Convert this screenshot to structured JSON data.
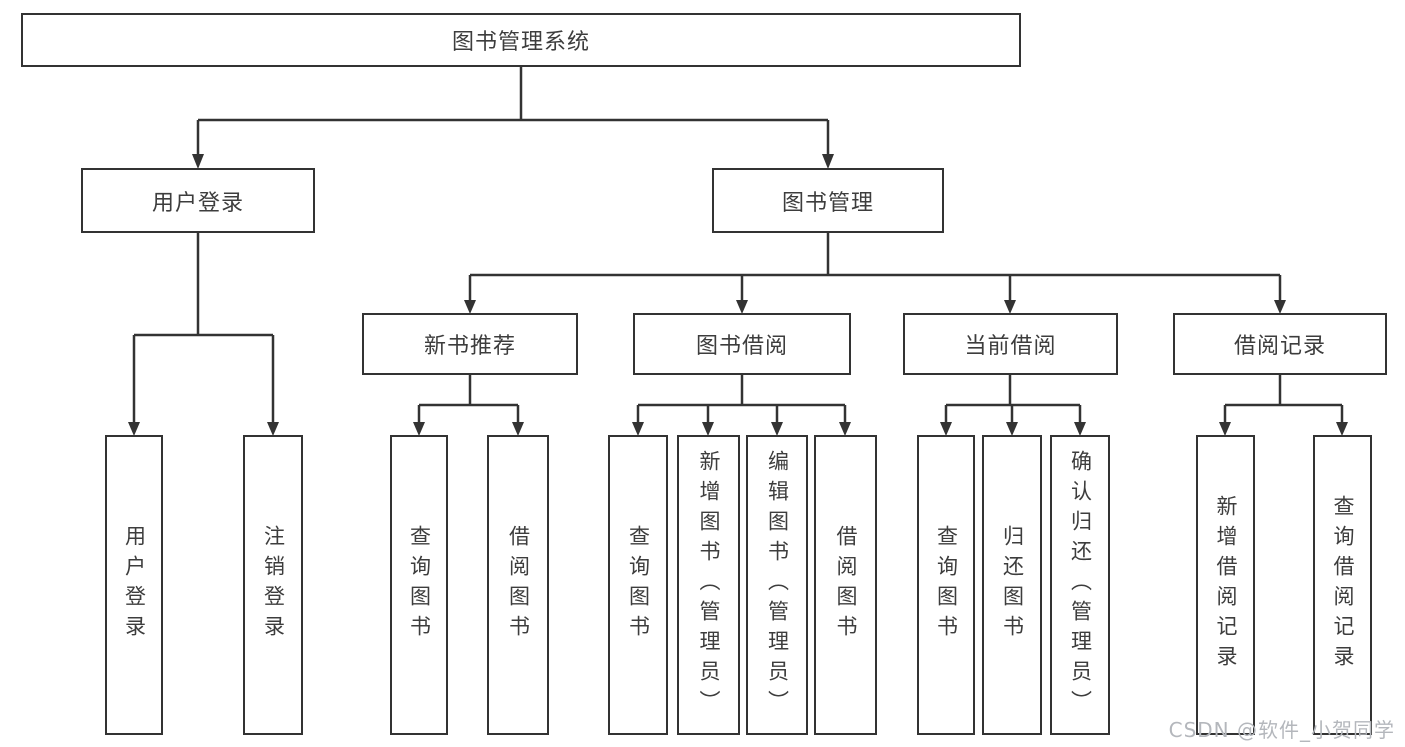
{
  "diagram": {
    "type": "hierarchy",
    "tree": {
      "label": "图书管理系统",
      "children": [
        {
          "label": "用户登录",
          "children": [
            {
              "label": "用户登录"
            },
            {
              "label": "注销登录"
            }
          ]
        },
        {
          "label": "图书管理",
          "children": [
            {
              "label": "新书推荐",
              "children": [
                {
                  "label": "查询图书"
                },
                {
                  "label": "借阅图书"
                }
              ]
            },
            {
              "label": "图书借阅",
              "children": [
                {
                  "label": "查询图书"
                },
                {
                  "label": "新增图书（管理员）"
                },
                {
                  "label": "编辑图书（管理员）"
                },
                {
                  "label": "借阅图书"
                }
              ]
            },
            {
              "label": "当前借阅",
              "children": [
                {
                  "label": "查询图书"
                },
                {
                  "label": "归还图书"
                },
                {
                  "label": "确认归还（管理员）"
                }
              ]
            },
            {
              "label": "借阅记录",
              "children": [
                {
                  "label": "新增借阅记录"
                },
                {
                  "label": "查询借阅记录"
                }
              ]
            }
          ]
        }
      ]
    },
    "colors": {
      "line": "#333333",
      "box_border": "#333333",
      "box_fill": "#ffffff",
      "text": "#3d3d3d",
      "watermark_text": "#b4b7bc",
      "background": "#ffffff"
    }
  },
  "watermark": {
    "text": "CSDN @软件_小贺同学"
  }
}
